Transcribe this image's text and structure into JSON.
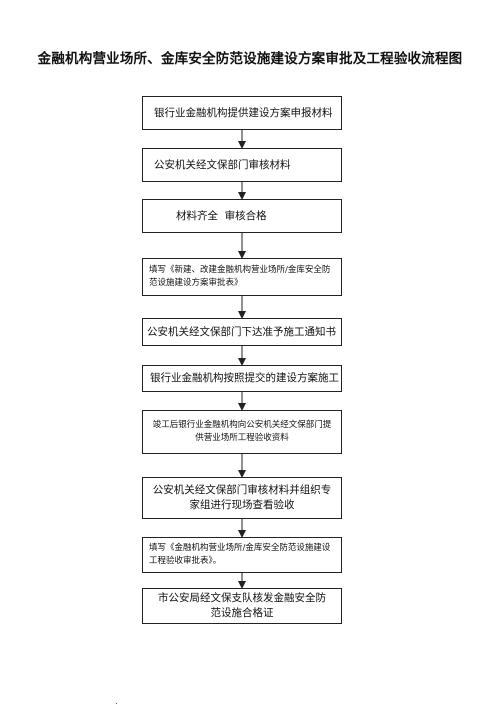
{
  "title": "金融机构营业场所、金库安全防范设施建设方案审批及工程验收流程图",
  "steps": [
    "银行业金融机构提供建设方案申报材料",
    "公安机关经文保部门审核材料",
    "材料齐全  审核合格",
    "填写《新建、改建金融机构营业场所/金库安全防范设施建设方案审批表》",
    "公安机关经文保部门下达准予施工通知书",
    "银行业金融机构按照提交的建设方案施工",
    "竣工后银行业金融机构向公安机关经文保部门提供营业场所工程验收资料",
    "公安机关经文保部门审核材料并组织专家组进行现场查看验收",
    "填写《金融机构营业场所/金库安全防范设施建设工程验收审批表》。",
    "市公安局经文保支队核发金融安全防范设施合格证"
  ],
  "colors": {
    "border": "#222222",
    "text": "#111111",
    "background": "#ffffff"
  }
}
